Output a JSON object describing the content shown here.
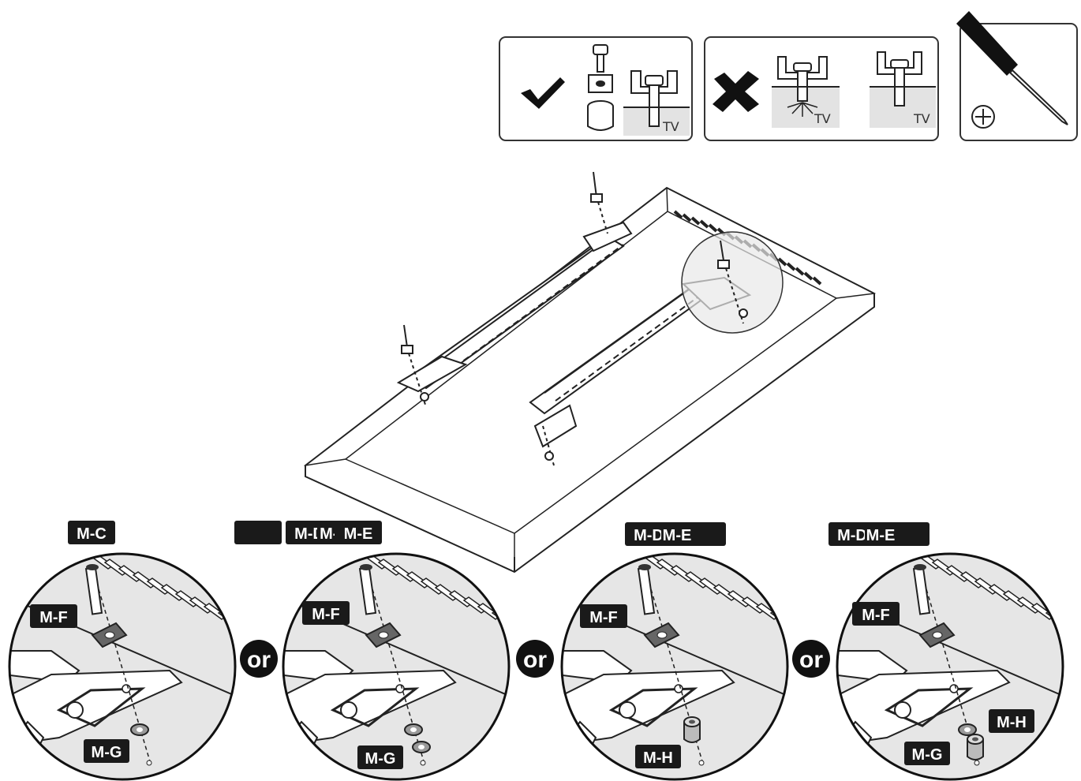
{
  "icons": {
    "correct": "check-icon",
    "wrong": "cross-icon",
    "tool": "phillips-screwdriver-icon",
    "tool_symbol": "phillips-plus-icon"
  },
  "tv_label": "TV",
  "connector_label": "or",
  "steps": [
    {
      "top_labels": [
        "M-C"
      ],
      "side_label": "M-F",
      "bottom_labels": [
        "M-G"
      ]
    },
    {
      "top_labels": [
        "",
        "M-D",
        "M-C",
        "M-E"
      ],
      "side_label": "M-F",
      "bottom_labels": [
        "M-G"
      ]
    },
    {
      "top_labels": [
        "M-D",
        "M-E"
      ],
      "side_label": "M-F",
      "bottom_labels": [
        "M-H"
      ]
    },
    {
      "top_labels": [
        "M-D",
        "M-E"
      ],
      "side_label": "M-F",
      "bottom_labels": [
        "M-G",
        "M-H"
      ]
    }
  ],
  "colors": {
    "label_bg": "#1a1a1a",
    "line": "#222222",
    "shade": "#e3e3e3"
  }
}
